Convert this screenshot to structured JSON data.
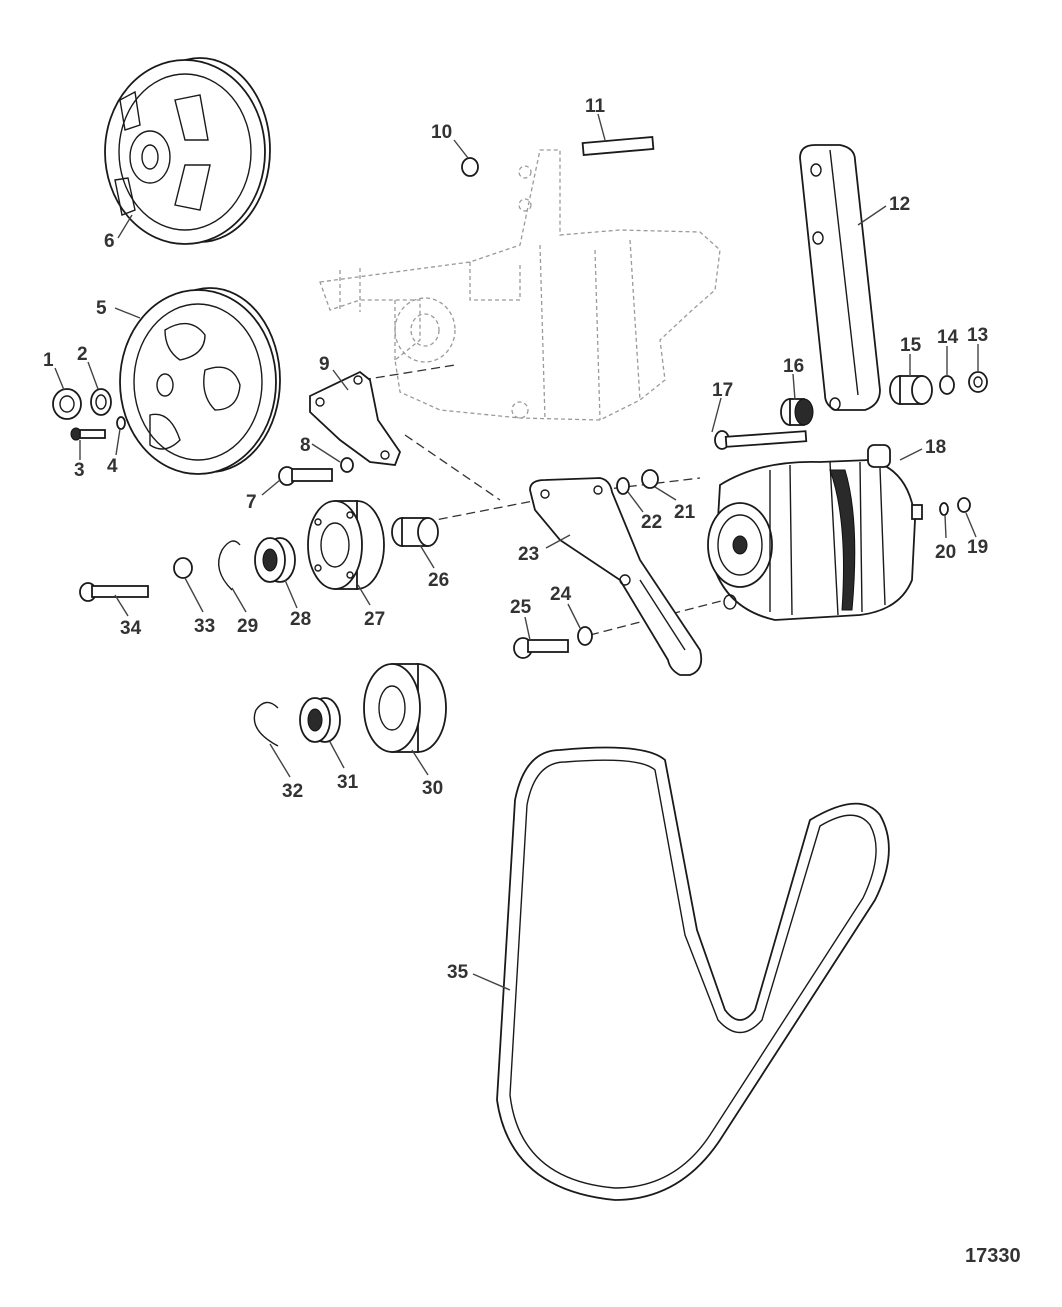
{
  "figure_number": "17330",
  "callouts": [
    "1",
    "2",
    "3",
    "4",
    "5",
    "6",
    "7",
    "8",
    "9",
    "10",
    "11",
    "12",
    "13",
    "14",
    "15",
    "16",
    "17",
    "18",
    "19",
    "20",
    "21",
    "22",
    "23",
    "24",
    "25",
    "26",
    "27",
    "28",
    "29",
    "30",
    "31",
    "32",
    "33",
    "34",
    "35"
  ]
}
